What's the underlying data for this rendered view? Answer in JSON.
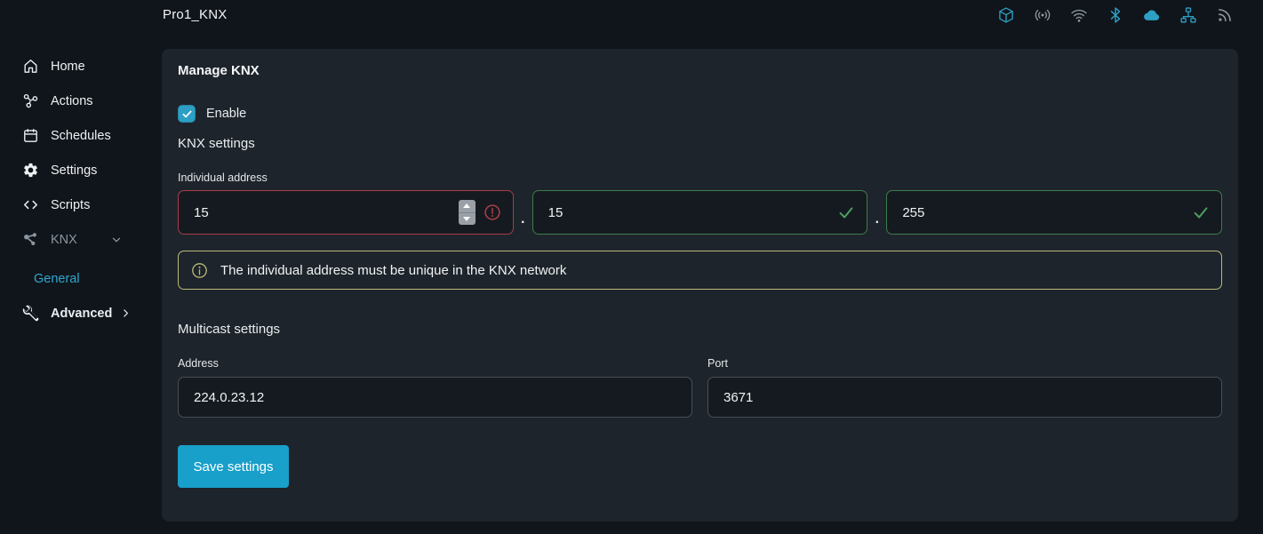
{
  "topbar": {
    "title": "Pro1_KNX",
    "status_icons": [
      {
        "name": "package-icon",
        "state": "accent"
      },
      {
        "name": "broadcast-icon",
        "state": "muted"
      },
      {
        "name": "wifi-icon",
        "state": "muted"
      },
      {
        "name": "bluetooth-icon",
        "state": "accent"
      },
      {
        "name": "cloud-icon",
        "state": "accent"
      },
      {
        "name": "lan-icon",
        "state": "accent"
      },
      {
        "name": "rss-icon",
        "state": "muted"
      }
    ]
  },
  "sidebar": {
    "items": [
      {
        "label": "Home",
        "icon": "home-icon"
      },
      {
        "label": "Actions",
        "icon": "actions-icon"
      },
      {
        "label": "Schedules",
        "icon": "calendar-icon"
      },
      {
        "label": "Settings",
        "icon": "gear-icon"
      },
      {
        "label": "Scripts",
        "icon": "code-icon"
      },
      {
        "label": "KNX",
        "icon": "knx-nodes-icon",
        "expanded": true
      }
    ],
    "knx_children": [
      {
        "label": "General",
        "active": true
      },
      {
        "label": "Advanced",
        "icon": "wrench-icon",
        "has_children": true
      }
    ]
  },
  "main": {
    "title": "Manage KNX",
    "enable": {
      "label": "Enable",
      "checked": true
    },
    "section_label": "KNX settings",
    "individual_address": {
      "label": "Individual address",
      "separator": ".",
      "octets": [
        {
          "value": "15",
          "state": "error"
        },
        {
          "value": "15",
          "state": "valid"
        },
        {
          "value": "255",
          "state": "valid"
        }
      ]
    },
    "info_message": "The individual address must be unique in the KNX network",
    "multicast": {
      "title": "Multicast settings",
      "address": {
        "label": "Address",
        "value": "224.0.23.12"
      },
      "port": {
        "label": "Port",
        "value": "3671"
      }
    },
    "save_button_label": "Save settings"
  },
  "colors": {
    "accent": "#2d9fc5",
    "muted_icon": "#8f98a0",
    "error": "#a83d49",
    "success": "#4e9e5f",
    "warning_border": "#b9ba78",
    "save_button_bg": "#189fca",
    "panel_bg": "#1e242b",
    "page_bg": "#10151b"
  }
}
